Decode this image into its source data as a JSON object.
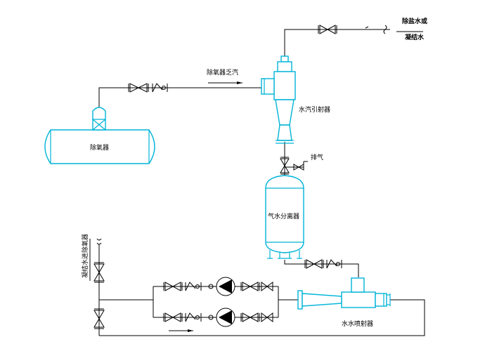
{
  "labels": {
    "desalted_water_line1": "除盐水或",
    "desalted_water_line2": "凝结水",
    "deaerator_steam": "除氧器乏汽",
    "steam_ejector": "水汽引射器",
    "deaerator": "除氧器",
    "exhaust": "排气",
    "separator": "气水分离器",
    "water_ejector": "水水喷射器",
    "condensate_to_deaerator": "凝结水进除氧器"
  },
  "colors": {
    "equipment": "#00b4d8",
    "piping": "#000000"
  }
}
